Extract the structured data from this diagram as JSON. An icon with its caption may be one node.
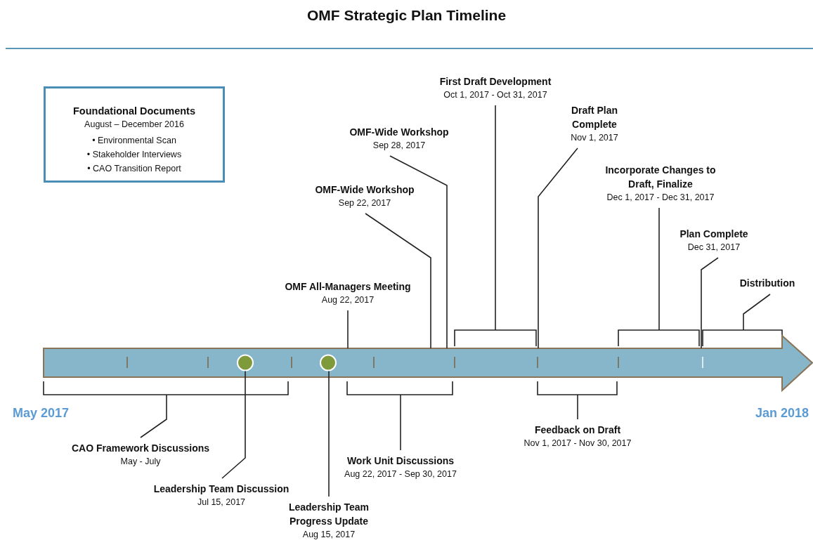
{
  "diagram": {
    "title": "OMF Strategic Plan Timeline",
    "nodes": [
      {
        "text": [
          "Foundational Documents",
          "August – December 2016",
          "• Environmental Scan",
          "• Stakeholder Interviews",
          "• CAO Transition Report"
        ]
      },
      {
        "text": [
          "First Draft Development",
          "Oct 1, 2017 - Oct 31, 2017"
        ]
      },
      {
        "text": [
          "OMF-Wide Workshop",
          "Sep 28, 2017"
        ]
      },
      {
        "text": [
          "Draft Plan Complete",
          "Nov 1, 2017"
        ]
      },
      {
        "text": [
          "Incorporate Changes to Draft, Finalize",
          "Dec 1, 2017 - Dec 31, 2017"
        ]
      },
      {
        "text": [
          "OMF-Wide Workshop",
          "Sep 22, 2017"
        ]
      },
      {
        "text": [
          "Plan Complete",
          "Dec 31, 2017"
        ]
      },
      {
        "text": [
          "OMF All-Managers Meeting",
          "Aug 22, 2017"
        ]
      },
      {
        "text": [
          "Distribution"
        ]
      },
      {
        "text": [],
        "shape": "bracket"
      },
      {
        "text": [],
        "shape": "bracket"
      },
      {
        "text": [],
        "shape": "bracket"
      },
      {
        "text": [],
        "shape": "bar"
      },
      {
        "text": [],
        "shape": "circle",
        "in": 12
      },
      {
        "text": [],
        "shape": "circle",
        "in": 12
      },
      {
        "text": [],
        "shape": "bracket"
      },
      {
        "text": [],
        "shape": "bracket"
      },
      {
        "text": [],
        "shape": "bracket"
      },
      {
        "text": [
          "CAO Framework Discussions",
          "May - July"
        ]
      },
      {
        "text": [
          "Feedback on Draft",
          "Nov 1, 2017 - Nov 30, 2017"
        ]
      },
      {
        "text": [
          "Leadership Team Discussion",
          "Jul 15, 2017"
        ]
      },
      {
        "text": [
          "Work Unit Discussions",
          "Aug 22, 2017 - Sep 30, 2017"
        ]
      },
      {
        "text": [
          "Leadership Team Progress Update",
          "Aug 15, 2017"
        ]
      }
    ],
    "edges": [
      {
        "from": 1,
        "to": 9,
        "arrow": "none"
      },
      {
        "from": 2,
        "to": 12,
        "arrow": "none"
      },
      {
        "from": 3,
        "to": 12,
        "arrow": "none"
      },
      {
        "from": 4,
        "to": 10,
        "arrow": "none"
      },
      {
        "from": 5,
        "to": 12,
        "arrow": "none"
      },
      {
        "from": 6,
        "to": 12,
        "arrow": "none"
      },
      {
        "from": 7,
        "to": 12,
        "arrow": "none"
      },
      {
        "from": 8,
        "to": 11,
        "arrow": "none"
      },
      {
        "from": 18,
        "to": 15,
        "arrow": "none"
      },
      {
        "from": 20,
        "to": 13,
        "arrow": "none"
      },
      {
        "from": 22,
        "to": 14,
        "arrow": "none"
      },
      {
        "from": 21,
        "to": 16,
        "arrow": "none"
      },
      {
        "from": 19,
        "to": 17,
        "arrow": "none"
      }
    ],
    "labels": [
      "May 2017",
      "Jan 2018"
    ]
  }
}
